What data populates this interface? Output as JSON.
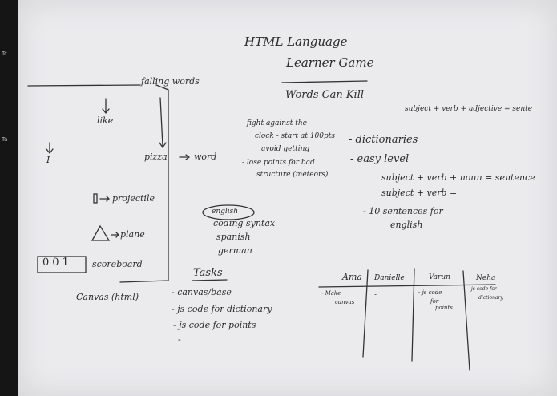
{
  "edge_marks": [
    "Tc",
    "Ta"
  ],
  "title": {
    "line1": "HTML Language",
    "line2": "Learner Game",
    "subtitle": "Words Can Kill"
  },
  "diagram": {
    "falling_words": "falling words",
    "like": "like",
    "i": "I",
    "pizza": "pizza",
    "word": "word",
    "projectile": "projectile",
    "plane": "plane",
    "scoreboard_digits": "001",
    "scoreboard": "scoreboard",
    "canvas": "Canvas (html)"
  },
  "notes": {
    "fight1": "- fight against the",
    "fight2": "clock - start at 100pts",
    "fight3": "avoid getting",
    "fight4": "- lose points for bad",
    "fight5": "structure (meteors)"
  },
  "right_notes": {
    "formula_top": "subject + verb + adjective = sente",
    "dictionaries": "- dictionaries",
    "easy_level": "- easy level",
    "formula1": "subject + verb + noun = sentence",
    "formula2": "subject + verb =",
    "ten1": "- 10 sentences for",
    "ten2": "english"
  },
  "languages": [
    "english",
    "coding syntax",
    "spanish",
    "german"
  ],
  "tasks": {
    "heading": "Tasks",
    "items": [
      "- canvas/base",
      "- js code for dictionary",
      "- js code for points",
      "-"
    ]
  },
  "people": {
    "names": [
      "Ama",
      "Danielle",
      "Varun",
      "Neha"
    ],
    "ama_notes": [
      "- Make",
      "canvas"
    ],
    "danielle_notes": [
      "-"
    ],
    "varun_notes": [
      "- js code",
      "for",
      "points"
    ],
    "neha_notes": [
      "- js code for",
      "dictionary"
    ]
  }
}
